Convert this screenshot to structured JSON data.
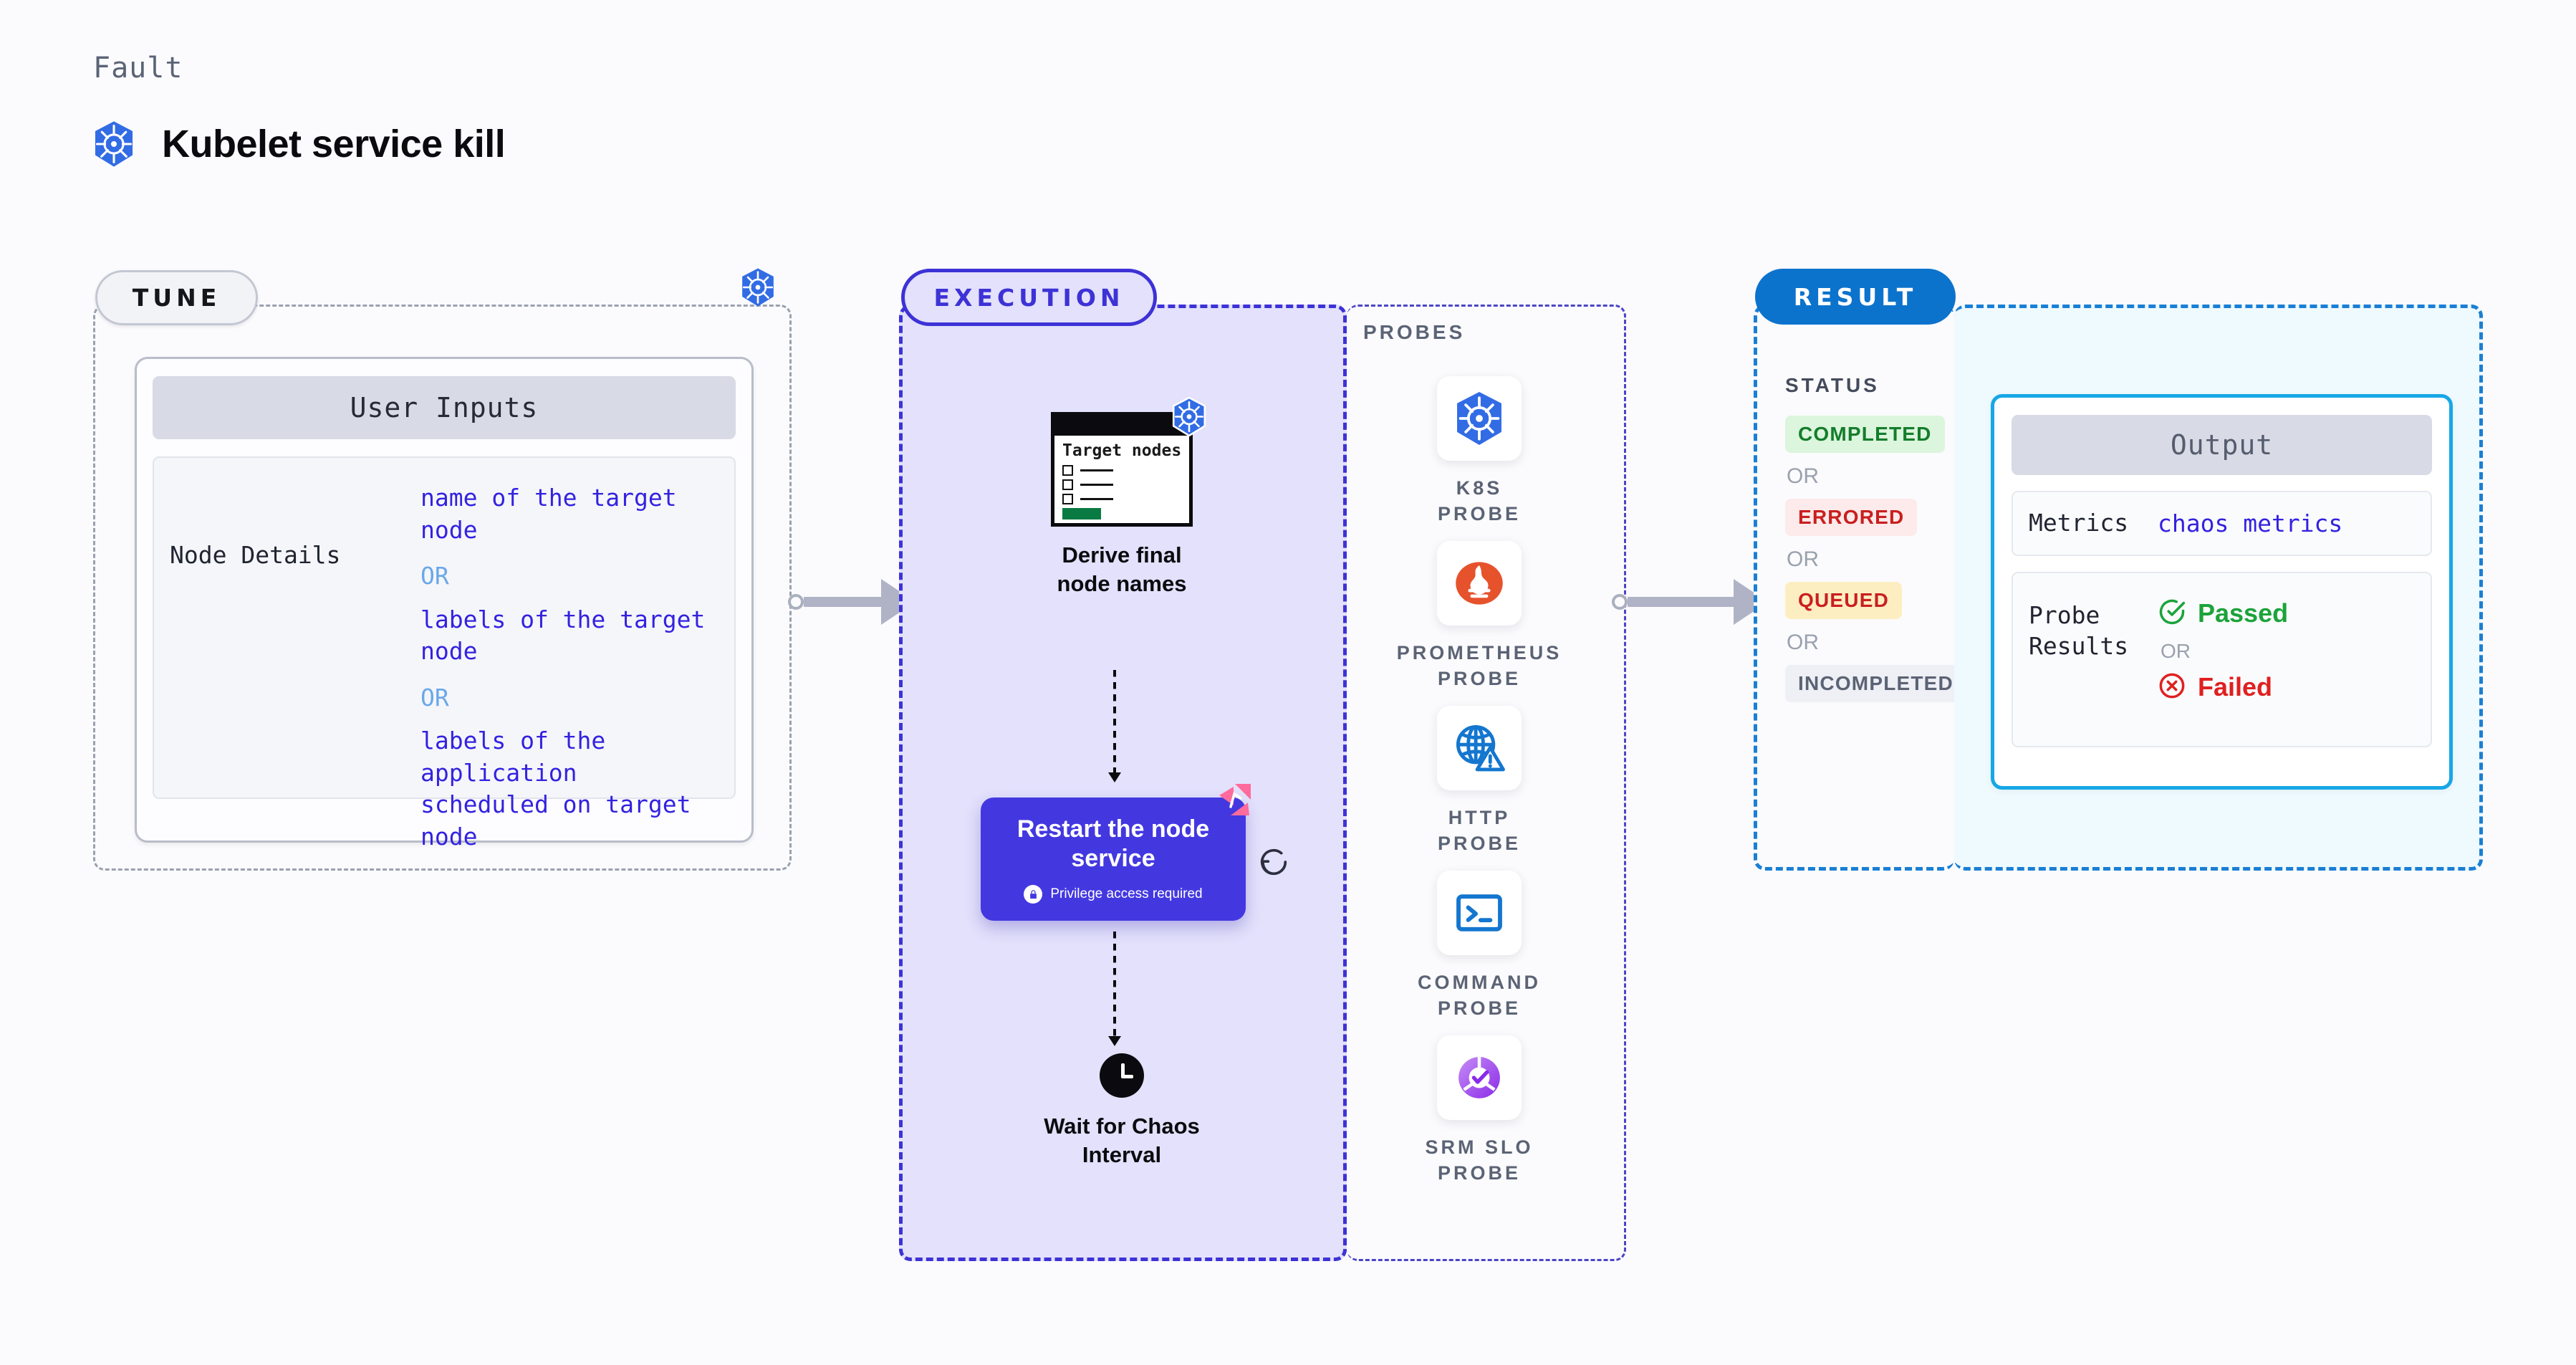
{
  "header": {
    "kicker": "Fault",
    "title": "Kubelet service kill",
    "icon": "kubernetes-icon"
  },
  "tune": {
    "tab_label": "TUNE",
    "badge_icon": "kubernetes-icon",
    "card_title": "User Inputs",
    "rows": [
      {
        "label": "Node Details",
        "values": [
          "name of the target node",
          "labels of the target node",
          "labels of the application scheduled on target node"
        ],
        "separator": "OR"
      }
    ]
  },
  "execution": {
    "tab_label": "EXECUTION",
    "steps": [
      {
        "id": "derive-final-node-names",
        "caption": "Derive final node names",
        "window_title": "Target nodes",
        "badge_icon": "kubernetes-icon"
      },
      {
        "id": "restart-the-node-service",
        "title": "Restart the node service",
        "subtitle": "Privilege access required",
        "subtitle_icon": "lock-icon",
        "corner_icon": "chaos-icon",
        "side_icon": "retry-loop-icon"
      },
      {
        "id": "wait-for-chaos-interval",
        "caption": "Wait for Chaos Interval",
        "icon": "clock-icon"
      }
    ]
  },
  "probes": {
    "section_label": "PROBES",
    "items": [
      {
        "label": "K8S PROBE",
        "icon": "kubernetes-icon"
      },
      {
        "label": "PROMETHEUS PROBE",
        "icon": "prometheus-icon"
      },
      {
        "label": "HTTP PROBE",
        "icon": "globe-warning-icon"
      },
      {
        "label": "COMMAND PROBE",
        "icon": "terminal-icon"
      },
      {
        "label": "SRM SLO PROBE",
        "icon": "slo-donut-check-icon"
      }
    ]
  },
  "result": {
    "tab_label": "RESULT",
    "status_label": "STATUS",
    "separator": "OR",
    "statuses": [
      {
        "label": "COMPLETED",
        "text_color": "#147d2b",
        "bg_color": "#dcf5dd"
      },
      {
        "label": "ERRORED",
        "text_color": "#c91f1f",
        "bg_color": "#fdeaea"
      },
      {
        "label": "QUEUED",
        "text_color": "#c91f1f",
        "bg_color": "#fdeec2"
      },
      {
        "label": "INCOMPLETED",
        "text_color": "#5b6375",
        "bg_color": "#eef0f5"
      }
    ]
  },
  "output": {
    "card_title": "Output",
    "metrics_label": "Metrics",
    "metrics_value": "chaos metrics",
    "probe_results_label": "Probe Results",
    "probe_results": [
      {
        "label": "Passed",
        "icon": "check-circle-icon",
        "color": "#1ba33a"
      },
      {
        "label": "Failed",
        "icon": "x-circle-icon",
        "color": "#e02020"
      }
    ],
    "separator": "OR"
  },
  "connectors": {
    "tune_to_execution": "arrow-right",
    "execution_to_result": "arrow-right"
  },
  "colors": {
    "accent_purple": "#3d32d6",
    "accent_blue": "#0c73cd",
    "accent_cyan": "#17a7e6",
    "k8s_blue": "#326ce5",
    "chaos_pink": "#ff6b9c"
  }
}
